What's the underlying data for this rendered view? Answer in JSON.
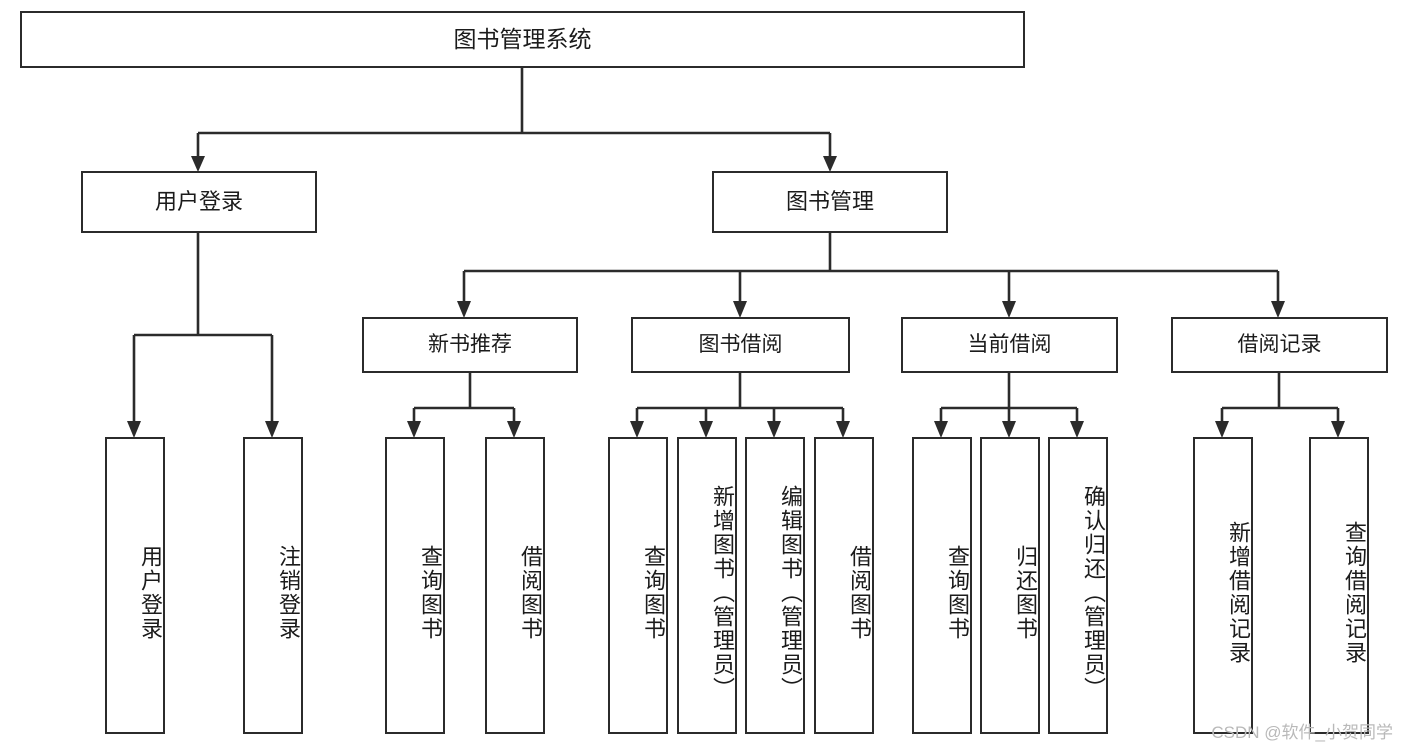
{
  "diagram": {
    "title": "图书管理系统",
    "type": "hierarchy-tree",
    "watermark": "CSDN @软件_小贺同学",
    "root": {
      "label": "图书管理系统"
    },
    "level2": [
      {
        "id": "user-login",
        "label": "用户登录"
      },
      {
        "id": "book-manage",
        "label": "图书管理"
      }
    ],
    "level3": [
      {
        "id": "new-book-recommend",
        "label": "新书推荐",
        "parent": "book-manage"
      },
      {
        "id": "book-borrow",
        "label": "图书借阅",
        "parent": "book-manage"
      },
      {
        "id": "current-borrow",
        "label": "当前借阅",
        "parent": "book-manage"
      },
      {
        "id": "borrow-record",
        "label": "借阅记录",
        "parent": "book-manage"
      }
    ],
    "leaves": [
      {
        "id": "leaf-user-login",
        "label": "用户登录",
        "parent": "user-login"
      },
      {
        "id": "leaf-user-logout",
        "label": "注销登录",
        "parent": "user-login"
      },
      {
        "id": "leaf-query-book-1",
        "label": "查询图书",
        "parent": "new-book-recommend"
      },
      {
        "id": "leaf-borrow-book-1",
        "label": "借阅图书",
        "parent": "new-book-recommend"
      },
      {
        "id": "leaf-query-book-2",
        "label": "查询图书",
        "parent": "book-borrow"
      },
      {
        "id": "leaf-add-book",
        "label": "新增图书（管理员）",
        "parent": "book-borrow"
      },
      {
        "id": "leaf-edit-book",
        "label": "编辑图书（管理员）",
        "parent": "book-borrow"
      },
      {
        "id": "leaf-borrow-book-2",
        "label": "借阅图书",
        "parent": "book-borrow"
      },
      {
        "id": "leaf-query-book-3",
        "label": "查询图书",
        "parent": "current-borrow"
      },
      {
        "id": "leaf-return-book",
        "label": "归还图书",
        "parent": "current-borrow"
      },
      {
        "id": "leaf-confirm-return",
        "label": "确认归还（管理员）",
        "parent": "current-borrow"
      },
      {
        "id": "leaf-add-record",
        "label": "新增借阅记录",
        "parent": "borrow-record"
      },
      {
        "id": "leaf-query-record",
        "label": "查询借阅记录",
        "parent": "borrow-record"
      }
    ],
    "colors": {
      "stroke": "#2b2b2b",
      "fill": "#ffffff",
      "text": "#1b1b1b",
      "watermark": "#b9b9b9"
    }
  }
}
